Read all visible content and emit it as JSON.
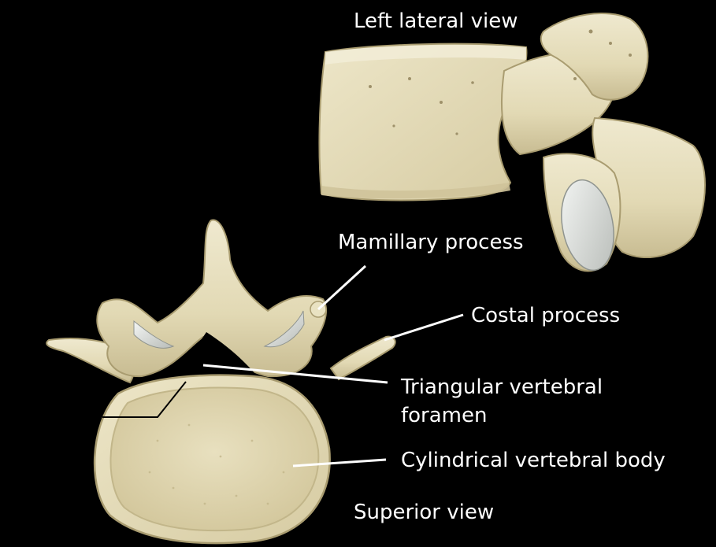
{
  "labels": {
    "left_lateral_view": "Left lateral view",
    "mamillary_process": "Mamillary process",
    "costal_process": "Costal process",
    "triangular_line1": "Triangular vertebral",
    "triangular_line2": "foramen",
    "cylindrical_body": "Cylindrical vertebral body",
    "superior_view": "Superior view"
  },
  "colors": {
    "background": "#000000",
    "bone": "#e6dfbf",
    "bone_shadow": "#b9ae86",
    "cartilage": "#d9dcd8",
    "leader_line": "#ffffff"
  }
}
